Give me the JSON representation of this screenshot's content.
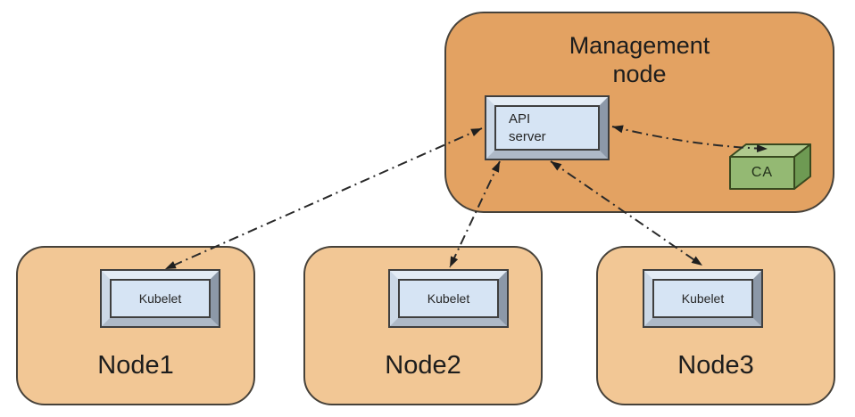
{
  "diagram": {
    "management_node": {
      "label": "Management\nnode",
      "api_server_label": "API\nserver",
      "ca_label": "CA"
    },
    "worker_nodes": [
      {
        "label": "Node1",
        "component": "Kubelet"
      },
      {
        "label": "Node2",
        "component": "Kubelet"
      },
      {
        "label": "Node3",
        "component": "Kubelet"
      }
    ],
    "connections": [
      {
        "from": "API server",
        "to": "Kubelet (Node1)",
        "style": "dash-dot",
        "bidirectional": true
      },
      {
        "from": "API server",
        "to": "Kubelet (Node2)",
        "style": "dash-dot",
        "bidirectional": true
      },
      {
        "from": "API server",
        "to": "Kubelet (Node3)",
        "style": "dash-dot",
        "bidirectional": true
      },
      {
        "from": "API server",
        "to": "CA",
        "style": "dash-dot",
        "bidirectional": true
      }
    ],
    "colors": {
      "management_node_fill": "#E3A262",
      "worker_node_fill": "#F2C795",
      "chip_face": "#D6E4F4",
      "ca_front": "#94B973",
      "ca_top": "#AFC98E",
      "ca_side": "#6E9A53",
      "arrow": "#2A2A2A"
    }
  }
}
